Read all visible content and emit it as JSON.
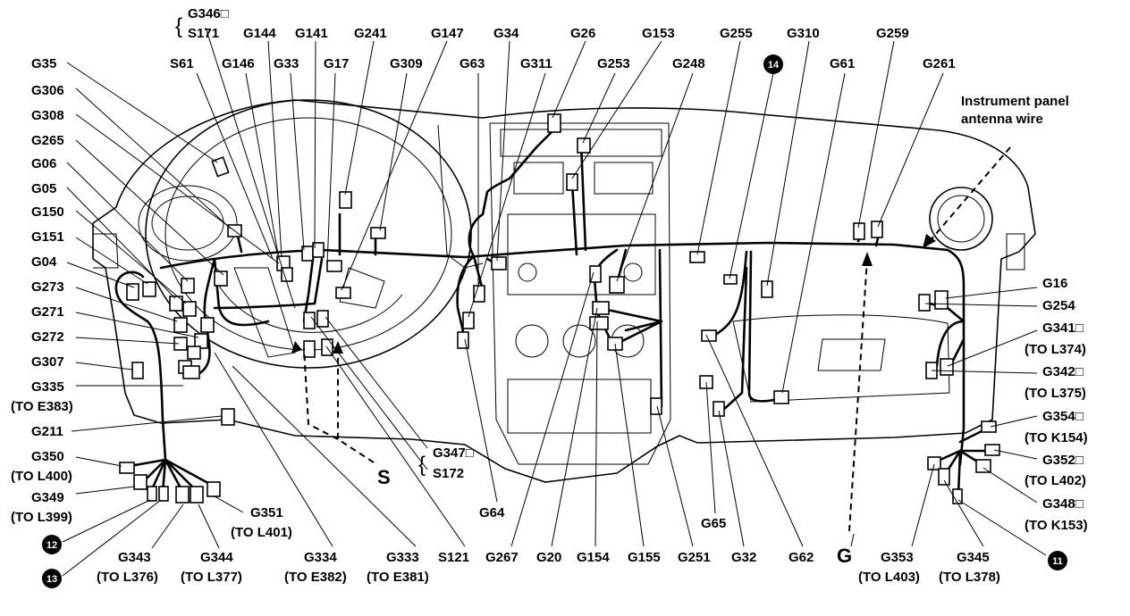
{
  "labels": {
    "G346": "G346□",
    "S171": "S171",
    "G144": "G144",
    "G141": "G141",
    "G241": "G241",
    "G147": "G147",
    "G34": "G34",
    "G26": "G26",
    "G153": "G153",
    "G255": "G255",
    "G310": "G310",
    "G259": "G259",
    "G35": "G35",
    "S61": "S61",
    "G146": "G146",
    "G33": "G33",
    "G17": "G17",
    "G309": "G309",
    "G63": "G63",
    "G311": "G311",
    "G253": "G253",
    "G248": "G248",
    "G61": "G61",
    "G261": "G261",
    "antenna_line1": "Instrument panel",
    "antenna_line2": "antenna wire",
    "G306": "G306",
    "G308": "G308",
    "G265": "G265",
    "G06": "G06",
    "G05": "G05",
    "G150": "G150",
    "G151": "G151",
    "G04": "G04",
    "G273": "G273",
    "G271": "G271",
    "G272": "G272",
    "G307": "G307",
    "G335": "G335",
    "G335_to": "(TO E383)",
    "G211": "G211",
    "G350": "G350",
    "G350_to": "(TO L400)",
    "G349": "G349",
    "G349_to": "(TO L399)",
    "G16": "G16",
    "G254": "G254",
    "G341": "G341□",
    "G341_to": "(TO L374)",
    "G342": "G342□",
    "G342_to": "(TO L375)",
    "G354": "G354□",
    "G354_to": "(TO K154)",
    "G352": "G352□",
    "G352_to": "(TO L402)",
    "G348": "G348□",
    "G348_to": "(TO K153)",
    "G347": "G347□",
    "S172": "S172",
    "S_marker": "S",
    "G_marker": "G",
    "G64": "G64",
    "G65": "G65",
    "G351": "G351",
    "G351_to": "(TO L401)",
    "G343": "G343",
    "G343_to": "(TO L376)",
    "G344": "G344",
    "G344_to": "(TO L377)",
    "G334": "G334",
    "G334_to": "(TO E382)",
    "G333": "G333",
    "G333_to": "(TO E381)",
    "S121": "S121",
    "G267": "G267",
    "G20": "G20",
    "G154": "G154",
    "G155": "G155",
    "G251": "G251",
    "G32": "G32",
    "G62": "G62",
    "G353": "G353",
    "G353_to": "(TO L403)",
    "G345": "G345",
    "G345_to": "(TO L378)"
  },
  "callouts": {
    "c11": "11",
    "c12": "12",
    "c13": "13",
    "c14": "14"
  }
}
